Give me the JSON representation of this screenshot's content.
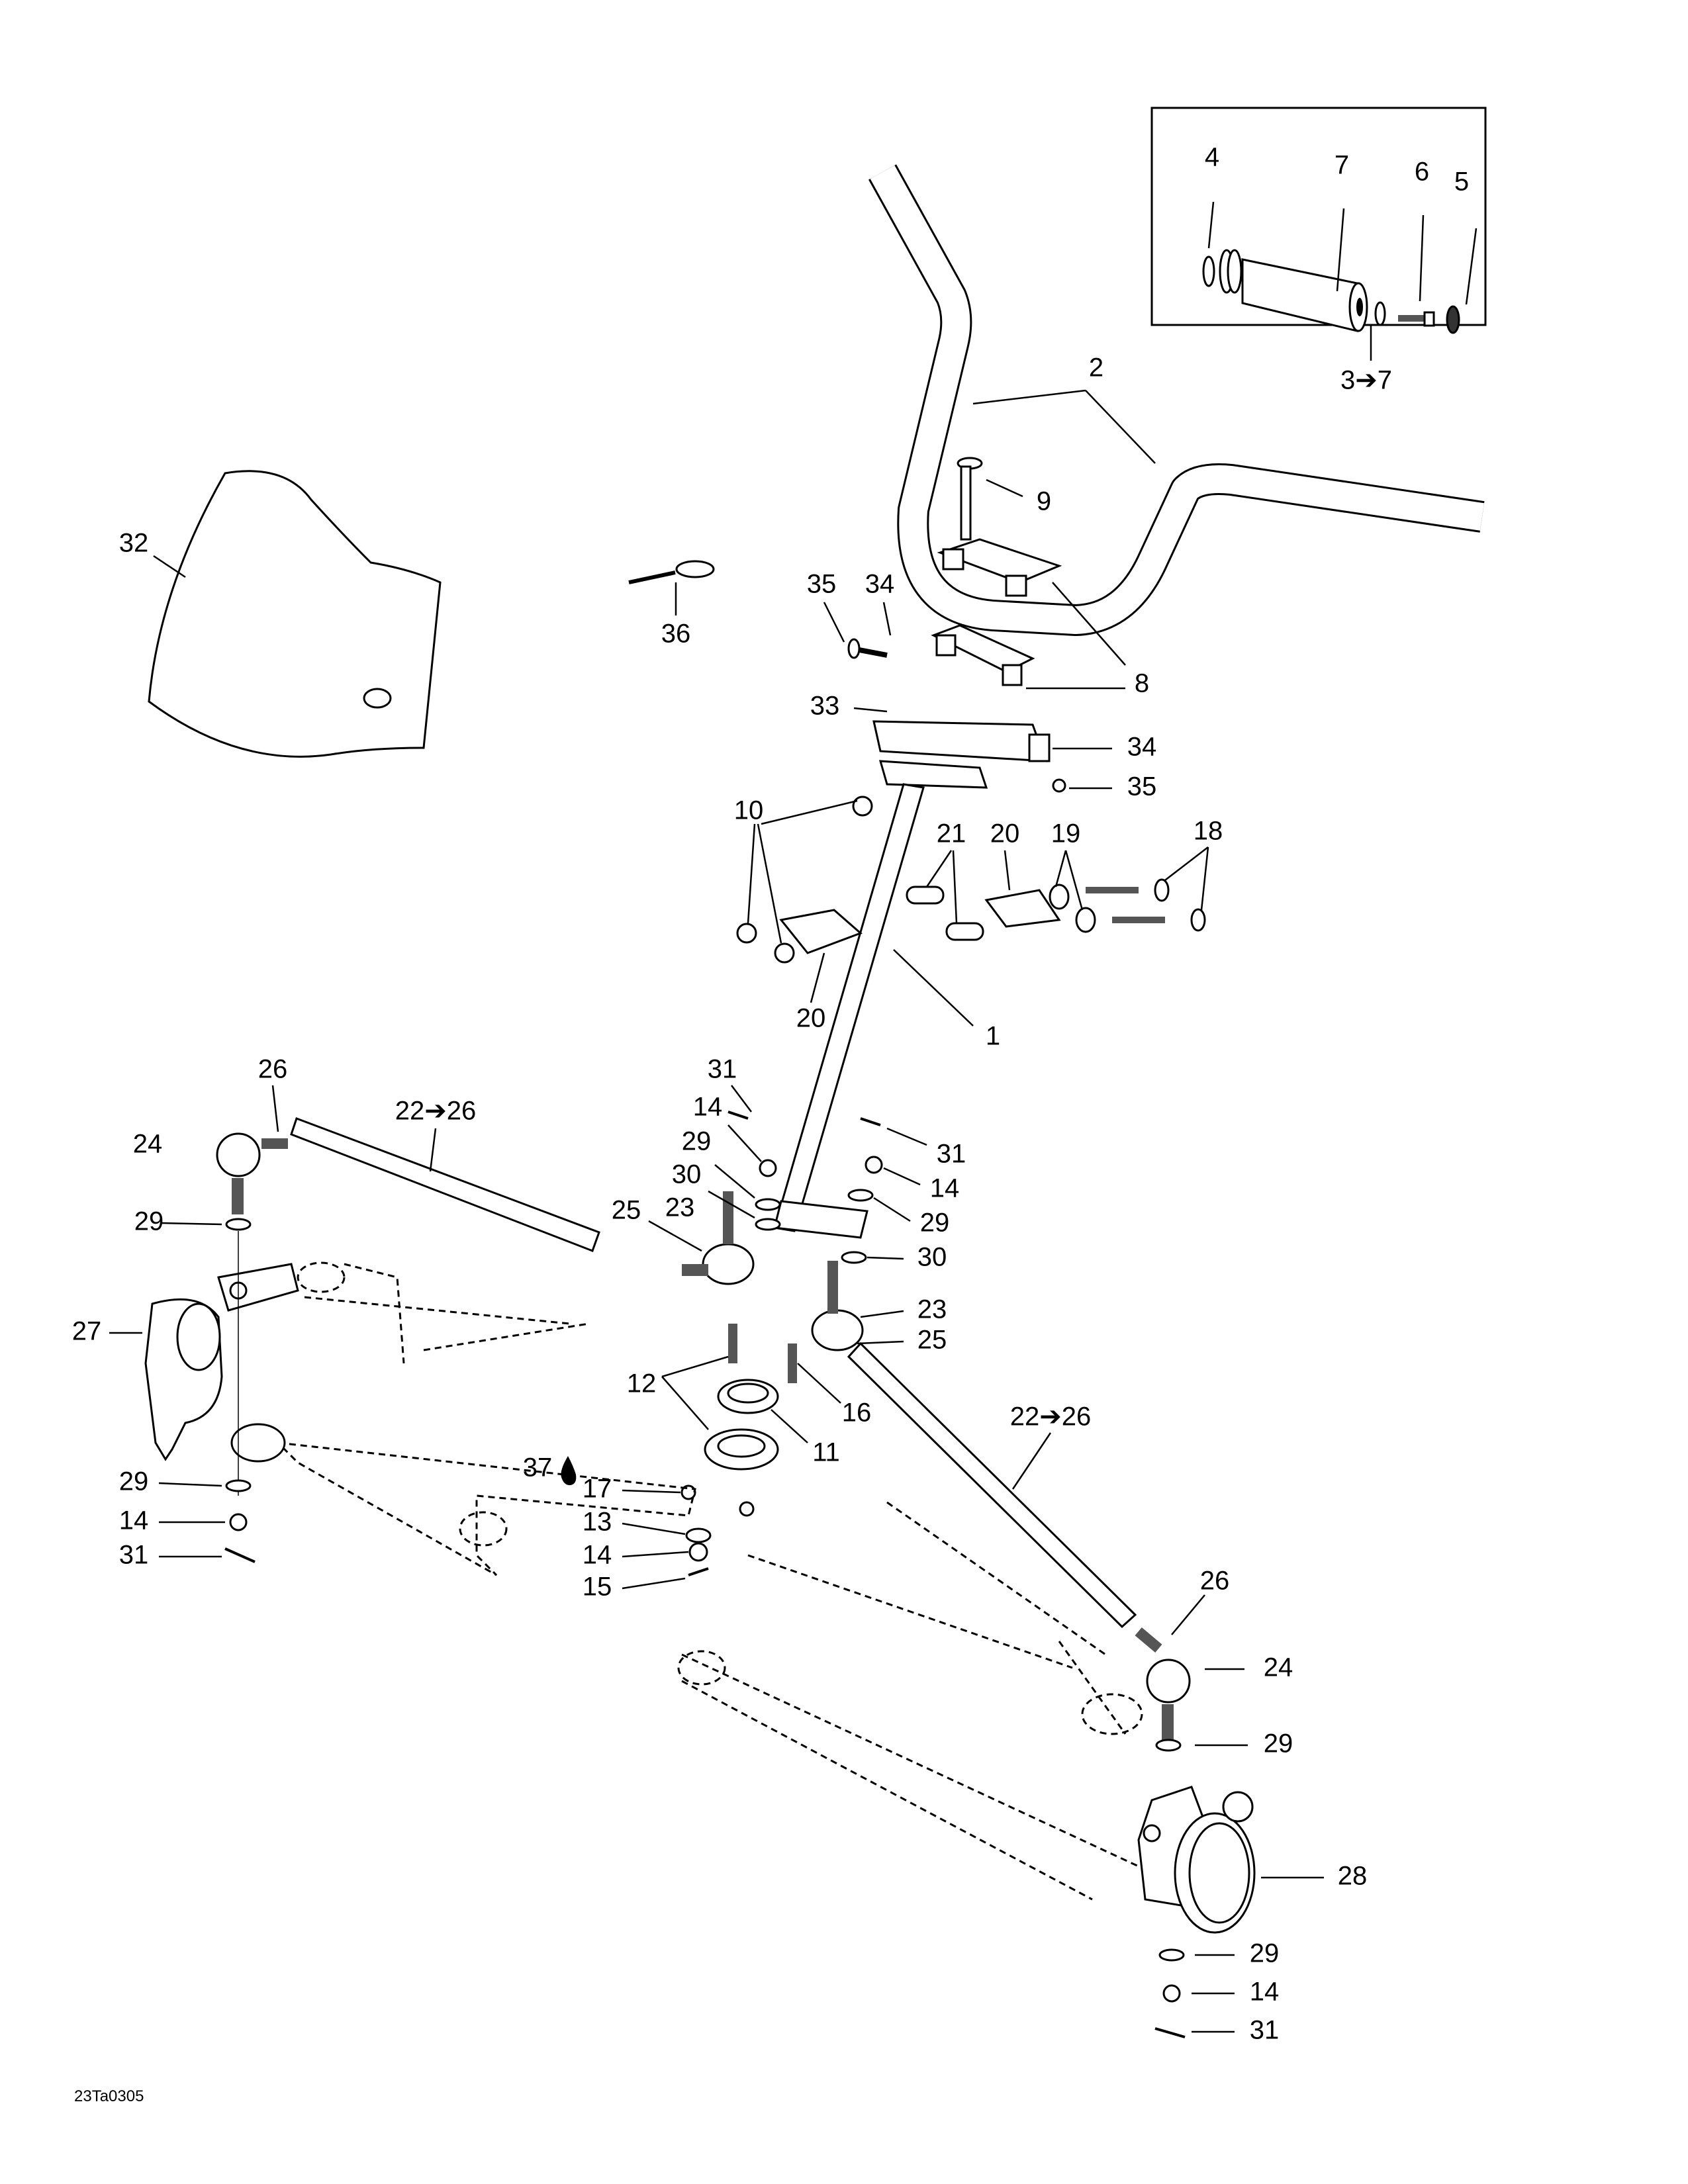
{
  "diagram": {
    "figure_code": "23Ta0305",
    "inset_box_label": "3➔7",
    "callouts": {
      "c4": "4",
      "c7": "7",
      "c6": "6",
      "c5": "5",
      "c2": "2",
      "c9": "9",
      "c32": "32",
      "c35a": "35",
      "c34a": "34",
      "c36": "36",
      "c8": "8",
      "c33": "33",
      "c34b": "34",
      "c35b": "35",
      "c10": "10",
      "c21": "21",
      "c20a": "20",
      "c19": "19",
      "c18": "18",
      "c20b": "20",
      "c1": "1",
      "c26a": "26",
      "c22a": "22➔26",
      "c24a": "24",
      "c31a": "31",
      "c14a": "14",
      "c31b": "31",
      "c29a": "29",
      "c14b": "14",
      "c30a": "30",
      "c29b": "29",
      "c25a": "25",
      "c23a": "23",
      "c29c": "29",
      "c30b": "30",
      "c23b": "23",
      "c27": "27",
      "c25b": "25",
      "c12": "12",
      "c16": "16",
      "c22b": "22➔26",
      "c11": "11",
      "c37": "37",
      "c29d": "29",
      "c17": "17",
      "c13": "13",
      "c14c": "14",
      "c14d": "14",
      "c31c": "31",
      "c15": "15",
      "c26b": "26",
      "c24b": "24",
      "c29e": "29",
      "c28": "28",
      "c29f": "29",
      "c14e": "14",
      "c31d": "31"
    }
  }
}
